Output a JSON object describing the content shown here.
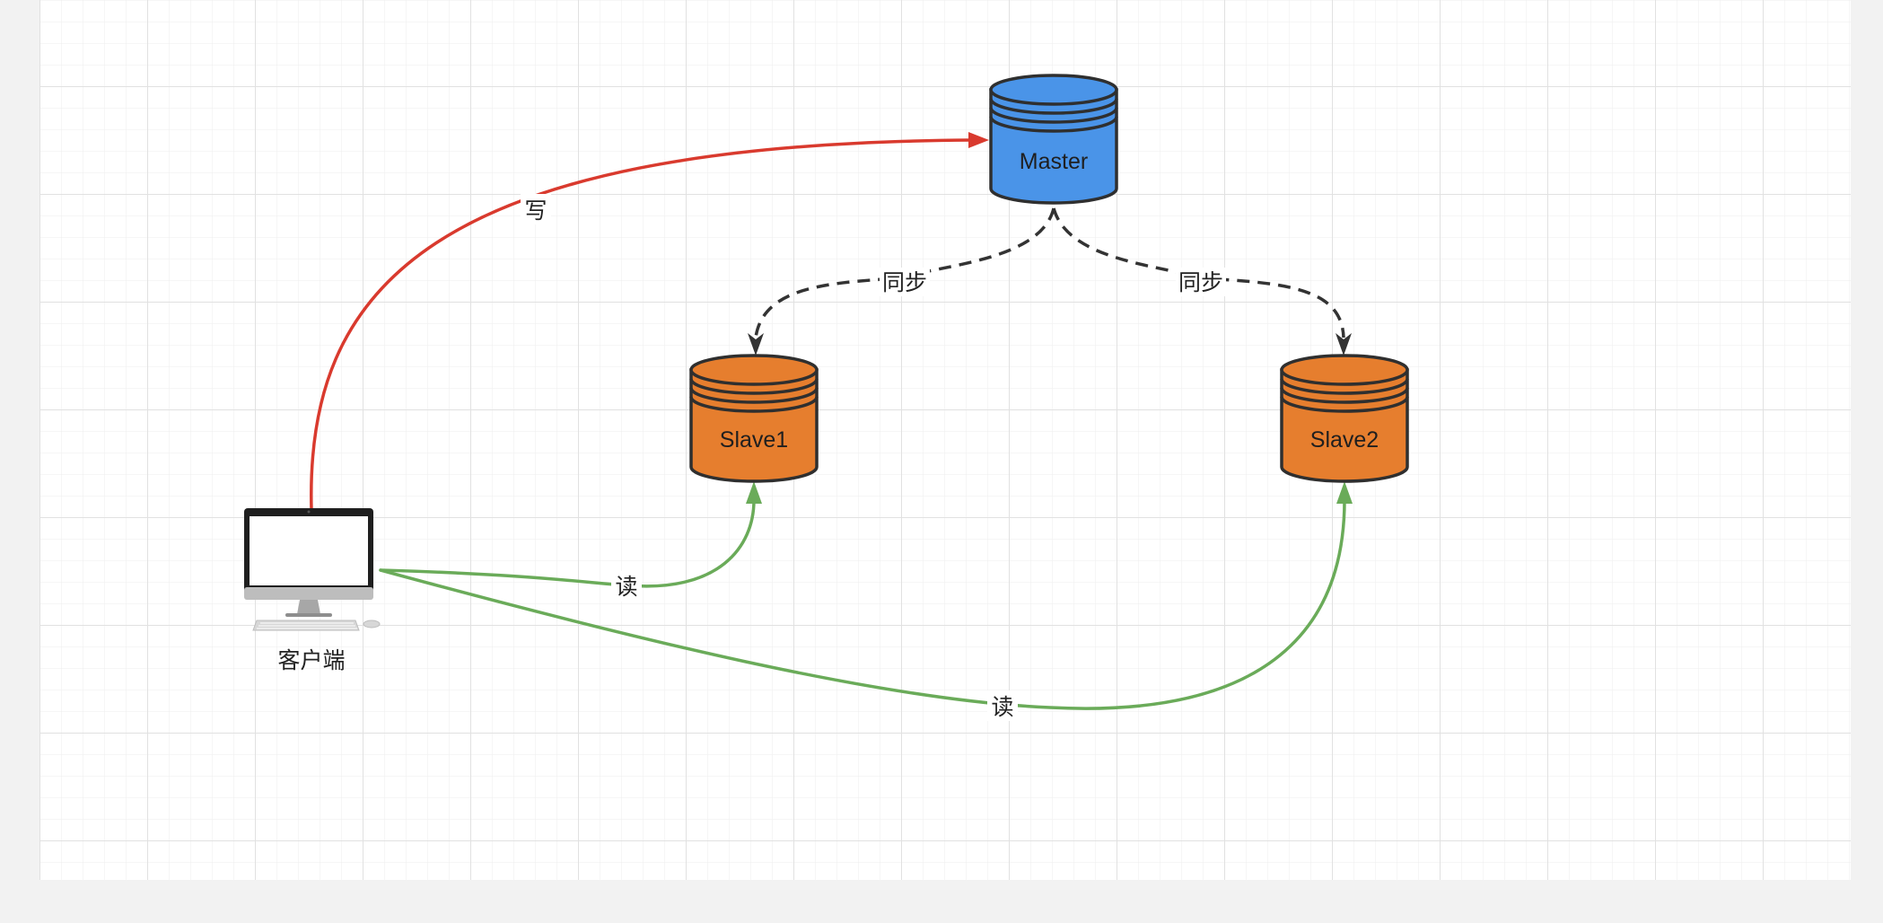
{
  "diagram": {
    "nodes": {
      "master": {
        "label": "Master",
        "fill": "#4a94e8"
      },
      "slave1": {
        "label": "Slave1",
        "fill": "#e67e2e"
      },
      "slave2": {
        "label": "Slave2",
        "fill": "#e67e2e"
      },
      "client": {
        "label": "客户端"
      }
    },
    "edges": {
      "write": {
        "label": "写",
        "color": "#d93a2e"
      },
      "sync1": {
        "label": "同步",
        "color": "#333333"
      },
      "sync2": {
        "label": "同步",
        "color": "#333333"
      },
      "read1": {
        "label": "读",
        "color": "#6aab59"
      },
      "read2": {
        "label": "读",
        "color": "#6aab59"
      }
    }
  },
  "colors": {
    "canvas_background": "#ffffff",
    "page_background": "#f2f2f2",
    "grid_minor": "#ededed",
    "grid_major": "#e2e2e2",
    "outline": "#2f2f2f"
  }
}
